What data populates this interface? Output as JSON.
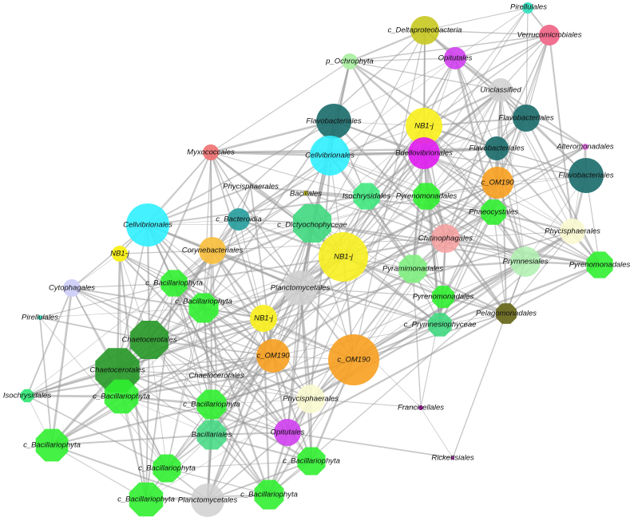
{
  "network": {
    "nodes": [
      {
        "id": "pirellulales-top",
        "label": "Pirellulales",
        "shape": "circle",
        "color": "#40e0c0"
      },
      {
        "id": "deltaproteobacteria",
        "label": "c_Deltaproteobacteria",
        "shape": "circle",
        "color": "#c8c820"
      },
      {
        "id": "verrucomicrobiales",
        "label": "Verrucomicrobiales",
        "shape": "circle",
        "color": "#f07090"
      },
      {
        "id": "ochrophyta",
        "label": "p_Ochrophyta",
        "shape": "circle",
        "color": "#b0f0a8"
      },
      {
        "id": "opitutales-top",
        "label": "Opitutales",
        "shape": "circle",
        "color": "#d040f0"
      },
      {
        "id": "unclassified",
        "label": "Unclassified",
        "shape": "circle",
        "color": "#d0d0d0"
      },
      {
        "id": "flavobacteriales-1",
        "label": "Flavobacteriales",
        "shape": "circle",
        "color": "#1e6e6e"
      },
      {
        "id": "nb1j-top",
        "label": "NB1-j",
        "shape": "circle",
        "color": "#f8f020"
      },
      {
        "id": "flavobacteriales-2",
        "label": "Flavobacteriales",
        "shape": "circle",
        "color": "#1e6e6e"
      },
      {
        "id": "flavobacteriales-3",
        "label": "Flavobacteriales",
        "shape": "circle",
        "color": "#1e6e6e"
      },
      {
        "id": "alteromonadales",
        "label": "Alteromonadales",
        "shape": "circle",
        "color": "#f080f0"
      },
      {
        "id": "myxococcales",
        "label": "Myxococcales",
        "shape": "circle",
        "color": "#f07070"
      },
      {
        "id": "cellvibrionales-top",
        "label": "Cellvibrionales",
        "shape": "circle",
        "color": "#30f0ff"
      },
      {
        "id": "bdellovibrionales",
        "label": "Bdellovibrionales",
        "shape": "circle",
        "color": "#e020f0"
      },
      {
        "id": "flavobacteriales-4",
        "label": "Flavobacteriales",
        "shape": "circle",
        "color": "#1e6e6e"
      },
      {
        "id": "om190-top",
        "label": "c_OM190",
        "shape": "circle",
        "color": "#f8a020"
      },
      {
        "id": "phycisphaerales-top",
        "label": "Phycisphaerales",
        "shape": "circle",
        "color": "#ffffff"
      },
      {
        "id": "bacillales",
        "label": "Bacillales",
        "shape": "circle",
        "color": "#d0d020"
      },
      {
        "id": "isochrysidales-top",
        "label": "Isochrysidales",
        "shape": "octagon",
        "color": "#40e880"
      },
      {
        "id": "pyrenomonadales-1",
        "label": "Pyrenomonadales",
        "shape": "octagon",
        "color": "#30f030"
      },
      {
        "id": "bacteroidia",
        "label": "c_Bacteroidia",
        "shape": "circle",
        "color": "#2aa0a0"
      },
      {
        "id": "dictyochophyceae",
        "label": "c_Dictyochophyceae",
        "shape": "octagon",
        "color": "#40d880"
      },
      {
        "id": "phaeocystales",
        "label": "Phaeocystales",
        "shape": "octagon",
        "color": "#30f030"
      },
      {
        "id": "cellvibrionales-left",
        "label": "Cellvibrionales",
        "shape": "circle",
        "color": "#30f0ff"
      },
      {
        "id": "phycisphaerales-right",
        "label": "Phycisphaerales",
        "shape": "circle",
        "color": "#fafad0"
      },
      {
        "id": "chitinophagales",
        "label": "Chitinophagales",
        "shape": "circle",
        "color": "#f8a0a0"
      },
      {
        "id": "corynebacteriales",
        "label": "Corynebacteriales",
        "shape": "circle",
        "color": "#f8c040"
      },
      {
        "id": "nb1j-left",
        "label": "NB1-j",
        "shape": "circle",
        "color": "#f8f020"
      },
      {
        "id": "nb1j-center",
        "label": "NB1-j",
        "shape": "circle",
        "color": "#f8f020"
      },
      {
        "id": "pyramimonadales",
        "label": "Pyramimonadales",
        "shape": "octagon",
        "color": "#80f080"
      },
      {
        "id": "prymnesiales",
        "label": "Prymnesiales",
        "shape": "circle",
        "color": "#b0f0b0"
      },
      {
        "id": "pyrenomonadales-2",
        "label": "Pyrenomonadales",
        "shape": "octagon",
        "color": "#30f030"
      },
      {
        "id": "cytophagales",
        "label": "Cytophagales",
        "shape": "circle",
        "color": "#d0d0f8"
      },
      {
        "id": "bacillariophyta-1",
        "label": "c_Bacillariophyta",
        "shape": "octagon",
        "color": "#30f030"
      },
      {
        "id": "planctomycetales-top",
        "label": "Planctomycetales",
        "shape": "circle",
        "color": "#d0d0d0"
      },
      {
        "id": "pyrenomonadales-3",
        "label": "Pyrenomonadales",
        "shape": "octagon",
        "color": "#30f030"
      },
      {
        "id": "pelagomonadales",
        "label": "Pelagomonadales",
        "shape": "octagon",
        "color": "#6a6a20"
      },
      {
        "id": "bacillariophyta-2",
        "label": "c_Bacillariophyta",
        "shape": "octagon",
        "color": "#30f030"
      },
      {
        "id": "pirellulales-left",
        "label": "Pirellulales",
        "shape": "circle",
        "color": "#40e0c0"
      },
      {
        "id": "nb1j-mid",
        "label": "NB1-j",
        "shape": "circle",
        "color": "#f8f020"
      },
      {
        "id": "prymnesiophyceae",
        "label": "c_Prymnesiophyceae",
        "shape": "octagon",
        "color": "#40d880"
      },
      {
        "id": "chaetocerotales-1",
        "label": "Chaetocerotales",
        "shape": "octagon",
        "color": "#2a9a2a"
      },
      {
        "id": "om190-mid",
        "label": "c_OM190",
        "shape": "circle",
        "color": "#f8a020"
      },
      {
        "id": "om190-big",
        "label": "c_OM190",
        "shape": "circle",
        "color": "#f8a020"
      },
      {
        "id": "chaetocerotales-2",
        "label": "Chaetocerotales",
        "shape": "octagon",
        "color": "#2a9a2a"
      },
      {
        "id": "chaetocerotales-3",
        "label": "Chaetocerotales",
        "shape": "octagon",
        "color": "#40d880"
      },
      {
        "id": "isochrysidales-left",
        "label": "Isochrysidales",
        "shape": "octagon",
        "color": "#40e880"
      },
      {
        "id": "bacillariophyta-3",
        "label": "c_Bacillariophyta",
        "shape": "octagon",
        "color": "#30f030"
      },
      {
        "id": "phycisphaerales-bottom",
        "label": "Phycisphaerales",
        "shape": "circle",
        "color": "#fafad0"
      },
      {
        "id": "bacillariophyta-4",
        "label": "c_Bacillariophyta",
        "shape": "octagon",
        "color": "#30f030"
      },
      {
        "id": "francisellales",
        "label": "Francisellales",
        "shape": "circle",
        "color": "#b020b0"
      },
      {
        "id": "bacillariales",
        "label": "Bacillariales",
        "shape": "octagon",
        "color": "#40d880"
      },
      {
        "id": "opitutales-bottom",
        "label": "Opitutales",
        "shape": "circle",
        "color": "#d040f0"
      },
      {
        "id": "bacillariophyta-5",
        "label": "c_Bacillariophyta",
        "shape": "octagon",
        "color": "#30f030"
      },
      {
        "id": "bacillariophyta-6",
        "label": "c_Bacillariophyta",
        "shape": "octagon",
        "color": "#30f030"
      },
      {
        "id": "rickettsiales",
        "label": "Rickettsiales",
        "shape": "circle",
        "color": "#b020b0"
      },
      {
        "id": "bacillariophyta-7",
        "label": "c_Bacillariophyta",
        "shape": "octagon",
        "color": "#30f030"
      },
      {
        "id": "bacillariophyta-8",
        "label": "c_Bacillariophyta",
        "shape": "octagon",
        "color": "#30f030"
      },
      {
        "id": "bacillariophyta-9",
        "label": "c_Bacillariophyta",
        "shape": "octagon",
        "color": "#30f030"
      },
      {
        "id": "planctomycetales-bottom",
        "label": "Planctomycetales",
        "shape": "circle",
        "color": "#d0d0d0"
      }
    ]
  }
}
